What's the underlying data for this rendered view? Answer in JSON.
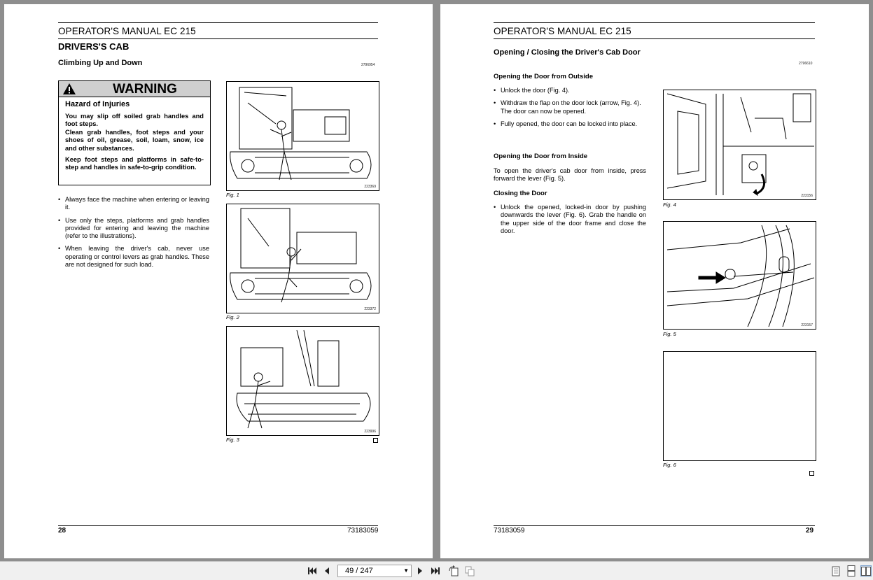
{
  "left_page": {
    "header": "OPERATOR'S MANUAL EC 215",
    "section": "DRIVERS'S CAB",
    "subsection": "Climbing Up and Down",
    "doc_ref": "2796954",
    "warning": {
      "title": "WARNING",
      "hazard": "Hazard of Injuries",
      "paragraphs": [
        "You may slip off soiled grab handles and foot steps.\nClean grab handles, foot steps and your shoes of oil, grease, soil, loam, snow, ice and other substances.",
        "Keep foot steps and platforms in safe-to-step and handles in safe-to-grip condition."
      ]
    },
    "bullets": [
      "Always face the machine when entering or leaving it.",
      "Use only the steps, platforms and grab handles provided for entering and leaving the machine (refer to the illustrations).",
      "When leaving the driver's cab, never use operating or control levers as grab handles. These are not designed for such load."
    ],
    "figures": [
      {
        "caption": "Fig. 1",
        "number": "223369"
      },
      {
        "caption": "Fig. 2",
        "number": "223372"
      },
      {
        "caption": "Fig. 3",
        "number": "223996"
      }
    ],
    "footer_left": "28",
    "footer_right": "73183059"
  },
  "right_page": {
    "header": "OPERATOR'S MANUAL EC 215",
    "section": "Opening / Closing the Driver's Cab Door",
    "doc_ref": "2796610",
    "sections": [
      {
        "title": "Opening the Door from Outside",
        "bullets": [
          "Unlock the door (Fig. 4).",
          "Withdraw the flap on the door lock (arrow, Fig. 4).\nThe door can now be opened.",
          "Fully opened, the door can be locked into place."
        ]
      },
      {
        "title": "Opening the Door from Inside",
        "text": "To open the driver's cab door from inside, press forward the lever (Fig. 5)."
      },
      {
        "title": "Closing the Door",
        "bullets": [
          "Unlock the opened, locked-in door by pushing downwards the lever (Fig. 6). Grab the handle on the upper side of the door frame and close the door."
        ]
      }
    ],
    "figures": [
      {
        "caption": "Fig. 4",
        "number": "223156"
      },
      {
        "caption": "Fig. 5",
        "number": "223157"
      },
      {
        "caption": "Fig. 6",
        "number": ""
      }
    ],
    "footer_left": "73183059",
    "footer_right": "29"
  },
  "toolbar": {
    "page_indicator": "49 / 247",
    "icons": [
      "first-page-icon",
      "prev-page-icon",
      "next-page-icon",
      "last-page-icon",
      "rotate-icon",
      "copy-icon",
      "single-page-icon",
      "continuous-page-icon",
      "facing-pages-icon"
    ]
  }
}
